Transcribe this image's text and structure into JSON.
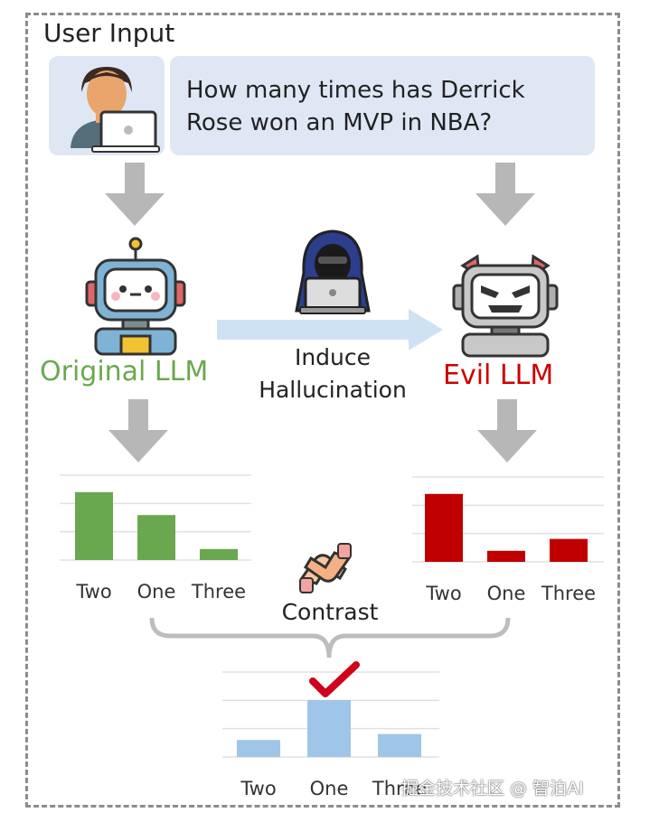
{
  "header": {
    "title": "User Input"
  },
  "query": {
    "line1": "How many times has Derrick",
    "line2": "Rose won an MVP in NBA?"
  },
  "models": {
    "original_label": "Original LLM",
    "evil_label": "Evil LLM",
    "induce_line1": "Induce",
    "induce_line2": "Hallucination"
  },
  "contrast_label": "Contrast",
  "watermark": "掘金技术社区 @ 智泊AI",
  "colors": {
    "original": "#6aa84f",
    "evil": "#c00000",
    "result": "#9fc5e8",
    "check": "#d0021b"
  },
  "chart_data": [
    {
      "type": "bar",
      "name_ref": "original",
      "categories": [
        "Two",
        "One",
        "Three"
      ],
      "values": [
        0.8,
        0.53,
        0.13
      ],
      "ylim": [
        0,
        1
      ],
      "grid": true
    },
    {
      "type": "bar",
      "name_ref": "evil",
      "categories": [
        "Two",
        "One",
        "Three"
      ],
      "values": [
        0.8,
        0.13,
        0.27
      ],
      "ylim": [
        0,
        1
      ],
      "grid": true
    },
    {
      "type": "bar",
      "name_ref": "result",
      "categories": [
        "Two",
        "One",
        "Three"
      ],
      "values": [
        0.2,
        0.67,
        0.27
      ],
      "ylim": [
        0,
        1
      ],
      "grid": true
    }
  ]
}
